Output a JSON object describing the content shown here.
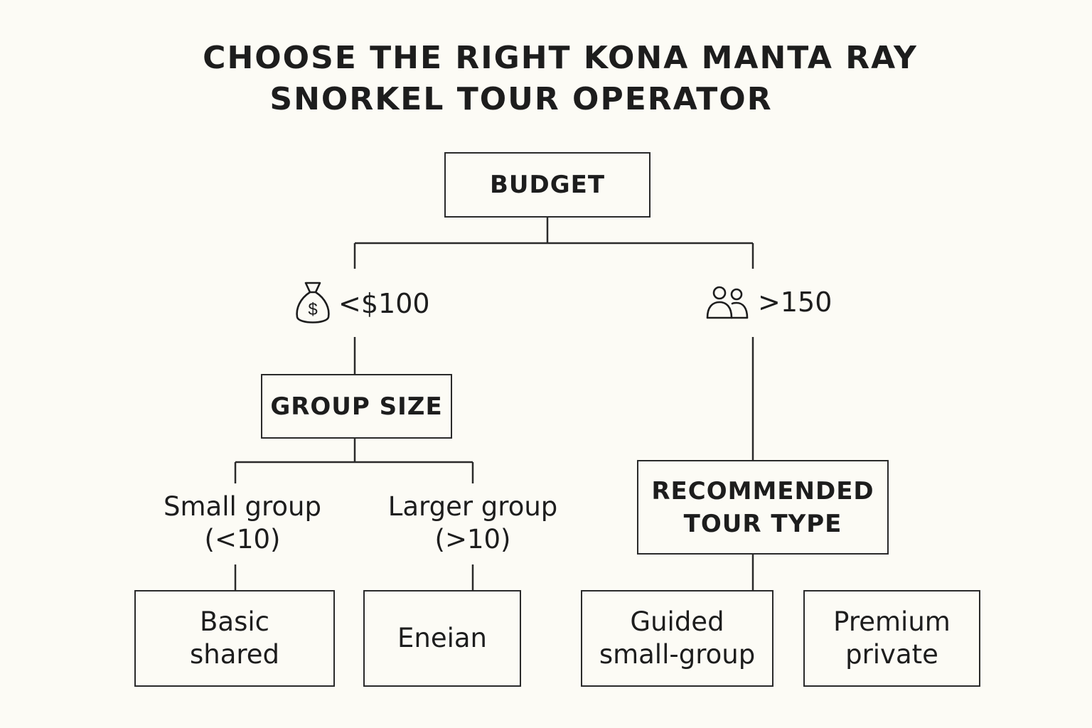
{
  "title": {
    "line1": "CHOOSE THE RIGHT KONA MANTA RAY",
    "line2": "SNORKEL TOUR OPERATOR"
  },
  "root": {
    "label": "BUDGET"
  },
  "branches": {
    "left": {
      "label": "<$100",
      "icon": "money-bag-icon"
    },
    "right": {
      "label": ">150",
      "icon": "people-icon"
    }
  },
  "group_size": {
    "label": "GROUP SIZE"
  },
  "group_options": {
    "small": {
      "line1": "Small group",
      "line2": "(<10)"
    },
    "larger": {
      "line1": "Larger group",
      "line2": "(>10)"
    }
  },
  "recommended": {
    "line1": "RECOMMENDED",
    "line2": "TOUR TYPE"
  },
  "outcomes": {
    "basic": {
      "line1": "Basic",
      "line2": "shared"
    },
    "eneian": {
      "line1": "Eneian"
    },
    "guided": {
      "line1": "Guided",
      "line2": "small-group"
    },
    "premium": {
      "line1": "Premium",
      "line2": "private"
    }
  },
  "colors": {
    "background": "#fcfbf5",
    "stroke": "#2a2a2a",
    "text": "#1d1d1d"
  }
}
